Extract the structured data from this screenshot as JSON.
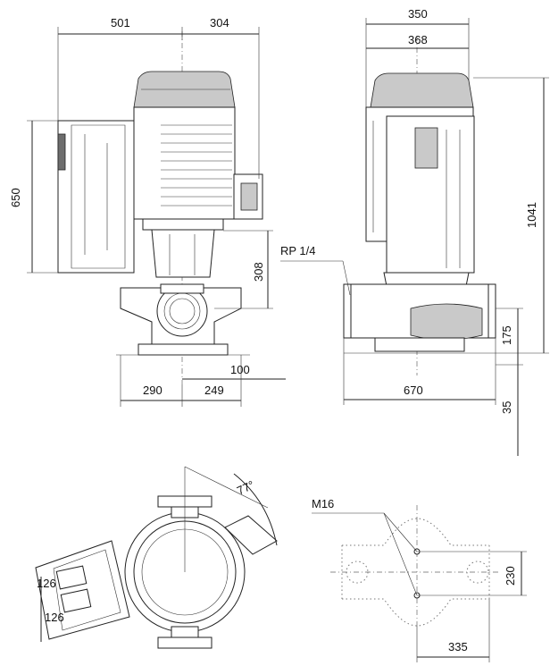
{
  "dimensions": {
    "front_top_left": "501",
    "front_top_right": "304",
    "front_height_left": "650",
    "front_height_right": "308",
    "front_offset": "100",
    "front_bottom_left": "290",
    "front_bottom_right": "249",
    "side_top_outer": "350",
    "side_top_inner": "368",
    "side_height": "1041",
    "side_port": "RP 1/4",
    "side_flange": "175",
    "side_base": "670",
    "side_foot": "35",
    "top_angle": "77°",
    "top_box_1": "126",
    "top_box_2": "126",
    "foot_bolt": "M16",
    "foot_spacing": "230",
    "foot_width": "335"
  }
}
